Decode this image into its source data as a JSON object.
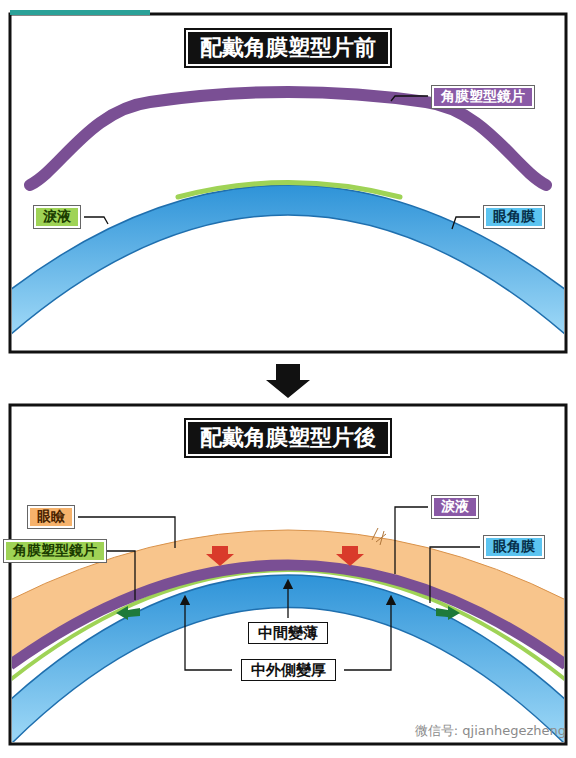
{
  "diagram": {
    "nodes": [
      {
        "text": [
          "配戴角膜塑型片前"
        ]
      },
      {
        "text": [
          "角膜塑型鏡片"
        ]
      },
      {
        "text": [
          "淚液"
        ]
      },
      {
        "text": [
          "眼角膜"
        ]
      },
      {
        "text": [
          "配戴角膜塑型片後"
        ]
      },
      {
        "text": [
          "眼瞼"
        ]
      },
      {
        "text": [
          "角膜塑型鏡片"
        ]
      },
      {
        "text": [
          "淚液"
        ]
      },
      {
        "text": [
          "眼角膜"
        ]
      },
      {
        "text": [
          "中間變薄"
        ]
      },
      {
        "text": [
          "中外側變厚"
        ]
      }
    ],
    "labels": [
      "微信号: qjianhegezheng"
    ]
  }
}
